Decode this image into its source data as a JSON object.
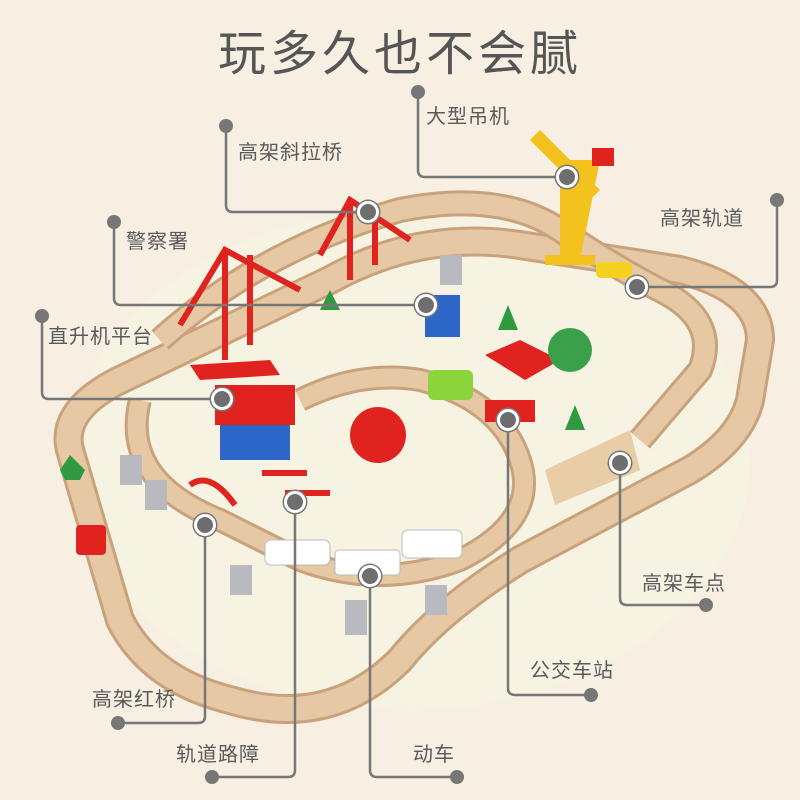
{
  "title": "玩多久也不会腻",
  "colors": {
    "background": "#f6efe2",
    "track_wood": "#e6c9a4",
    "track_shadow": "#c9a27c",
    "floor": "#f7f3e3",
    "accent_red": "#e0231f",
    "accent_yellow": "#f4c21f",
    "accent_green": "#2f9a3f",
    "callout_line": "#777777",
    "label_text": "#5a5a5a"
  },
  "callouts": [
    {
      "id": "crane",
      "label": "大型吊机"
    },
    {
      "id": "cable-bridge",
      "label": "高架斜拉桥"
    },
    {
      "id": "police-station",
      "label": "警察署"
    },
    {
      "id": "elevated-track",
      "label": "高架轨道"
    },
    {
      "id": "helipad",
      "label": "直升机平台"
    },
    {
      "id": "elevated-stop",
      "label": "高架车点"
    },
    {
      "id": "bus-station",
      "label": "公交车站"
    },
    {
      "id": "red-bridge",
      "label": "高架红桥"
    },
    {
      "id": "roadblock",
      "label": "轨道路障"
    },
    {
      "id": "bullet-train",
      "label": "动车"
    }
  ]
}
